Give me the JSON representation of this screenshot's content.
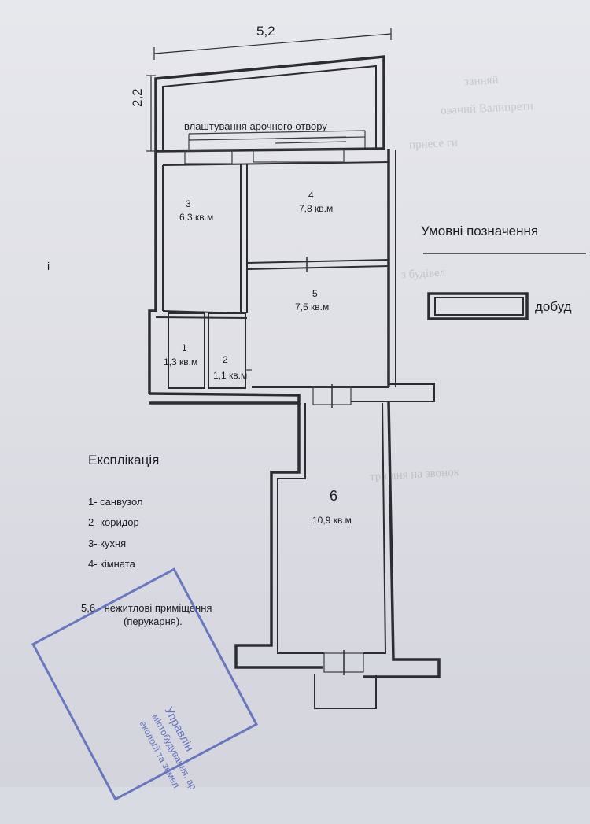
{
  "dimensions": {
    "width": "5,2",
    "height": "2,2"
  },
  "note": "влаштування арочного отвору",
  "rooms": [
    {
      "num": "1",
      "area": "1,3 кв.м"
    },
    {
      "num": "2",
      "area": "1,1 кв.м"
    },
    {
      "num": "3",
      "area": "6,3 кв.м"
    },
    {
      "num": "4",
      "area": "7,8 кв.м"
    },
    {
      "num": "5",
      "area": "7,5 кв.м"
    },
    {
      "num": "6",
      "area": "10,9 кв.м"
    }
  ],
  "legend": {
    "title": "Умовні позначення",
    "item": "добуд"
  },
  "explication": {
    "title": "Експлікація",
    "items": [
      "1- санвузол",
      "2- коридор",
      "3- кухня",
      "4- кімната"
    ],
    "note_line1": "5,6 - нежитлові приміщення",
    "note_line2": "(перукарня)."
  },
  "margin_mark": "і",
  "stamp_lines": [
    "Управлін",
    "містобудування, ар",
    "екології та земел"
  ],
  "colors": {
    "wall": "#2b2d33",
    "stamp": "#4d5fb8",
    "paper": "#e3e4ea"
  }
}
